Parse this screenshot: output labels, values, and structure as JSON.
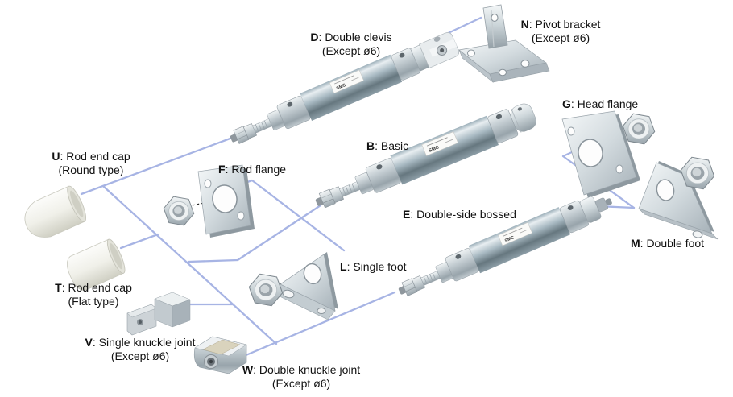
{
  "parts": {
    "d": {
      "key": "D",
      "name": ": Double clevis",
      "note": "(Except ø6)"
    },
    "n": {
      "key": "N",
      "name": ": Pivot bracket",
      "note": "(Except ø6)"
    },
    "b": {
      "key": "B",
      "name": ": Basic"
    },
    "g": {
      "key": "G",
      "name": ": Head flange"
    },
    "u": {
      "key": "U",
      "name": ": Rod end cap",
      "note": "(Round type)"
    },
    "f": {
      "key": "F",
      "name": ": Rod flange"
    },
    "e": {
      "key": "E",
      "name": ": Double-side bossed"
    },
    "m": {
      "key": "M",
      "name": ": Double foot"
    },
    "t": {
      "key": "T",
      "name": ": Rod end cap",
      "note": "(Flat type)"
    },
    "l": {
      "key": "L",
      "name": ": Single foot"
    },
    "v": {
      "key": "V",
      "name": ": Single knuckle joint",
      "note": "(Except ø6)"
    },
    "w": {
      "key": "W",
      "name": ": Double knuckle joint",
      "note": "(Except ø6)"
    }
  },
  "cylinder_sticker": "SMC",
  "colors": {
    "connector_line": "#a7b4e4",
    "dashed_line": "#2b2b2b",
    "label_text": "#111111",
    "background": "#ffffff"
  }
}
